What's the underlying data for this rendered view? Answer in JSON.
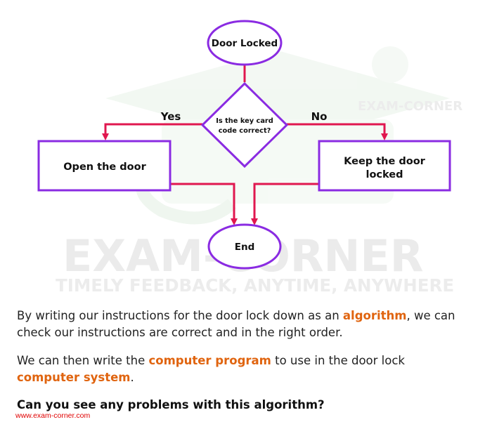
{
  "flowchart": {
    "start_label": "Door Locked",
    "decision_line1": "Is the key card",
    "decision_line2": "code correct?",
    "yes_label": "Yes",
    "no_label": "No",
    "yes_action": "Open the door",
    "no_action_line1": "Keep the door",
    "no_action_line2": "locked",
    "end_label": "End"
  },
  "watermark": {
    "title": "EXAM-CORNER",
    "tagline": "TIMELY FEEDBACK, ANYTIME, ANYWHERE",
    "small_title": "EXAM-CORNER"
  },
  "paragraph1": {
    "part1": "By writing our instructions for the door lock down as an ",
    "highlight": "algorithm",
    "part2": ", we can check our instructions are correct and in the right order."
  },
  "paragraph2": {
    "part1": "We can then write the ",
    "highlight1": "computer program",
    "part2": " to use in the door lock ",
    "highlight2": "computer system",
    "part3": "."
  },
  "question": "Can you see any problems with this algorithm?",
  "website": "www.exam-corner.com",
  "colors": {
    "node_border": "#8a2be2",
    "arrow": "#e0174f",
    "highlight": "#e0640f",
    "watermark": "#e6e6e6"
  }
}
